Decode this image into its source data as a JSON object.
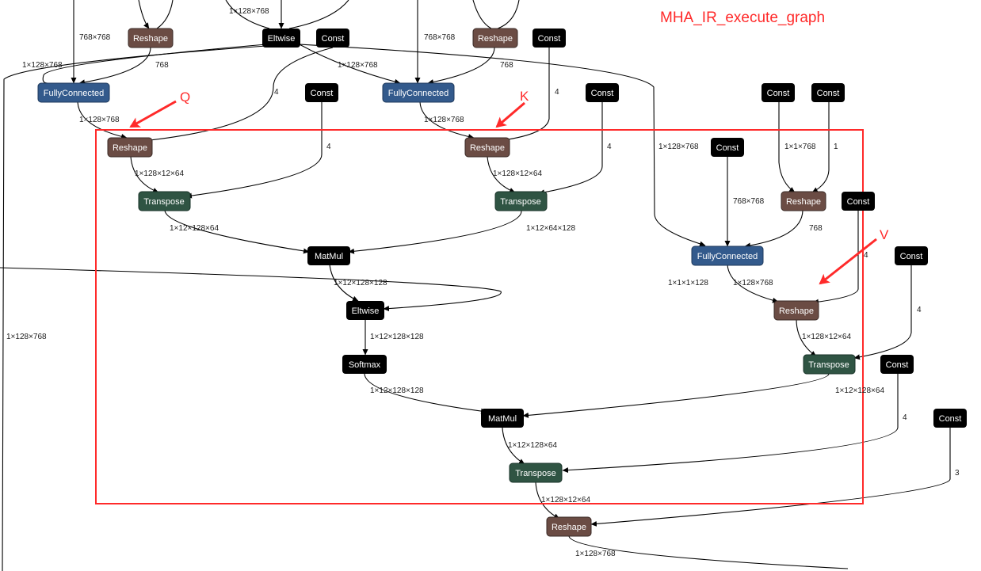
{
  "title": "MHA_IR_execute_graph",
  "annotations": {
    "q": "Q",
    "k": "K",
    "v": "V"
  },
  "colors": {
    "op": "#000000",
    "reshape": "#6b4c44",
    "fully_connected": "#335a8c",
    "transpose": "#2f5443",
    "highlight": "#ff2a2a",
    "edge": "#000000"
  },
  "node_labels": {
    "reshape": "Reshape",
    "const": "Const",
    "eltwise": "Eltwise",
    "fully_connected": "FullyConnected",
    "transpose": "Transpose",
    "matmul": "MatMul",
    "softmax": "Softmax"
  },
  "edge_labels": {
    "top_left_weights": "768×768",
    "top_left_reshape_out": "768",
    "top_eltwise_in": "1×128×768",
    "left_input": "1×128×768",
    "left_bus": "1×128×768",
    "k_weights": "768×768",
    "k_reshape_out": "768",
    "eltwise_to_k_fc": "1×128×768",
    "shape_const_q": "4",
    "shape_const_k": "4",
    "q_fc_out": "1×128×768",
    "k_fc_out": "1×128×768",
    "perm_const_q": "4",
    "perm_const_k": "4",
    "q_reshape_out": "1×128×12×64",
    "k_reshape_out_4d": "1×128×12×64",
    "q_transpose_out": "1×12×128×64",
    "k_transpose_out": "1×12×64×128",
    "v_fc_in": "1×128×768",
    "v_weight_const_shape": "1×1×768",
    "v_bias_const_shape": "1",
    "v_weights": "768×768",
    "v_reshape_bias_out": "768",
    "v_shape_const": "4",
    "matmul_qk_out": "1×12×128×128",
    "mask_in": "1×1×1×128",
    "v_fc_out": "1×128×768",
    "v_perm_const": "4",
    "eltwise_out": "1×12×128×128",
    "v_reshape_out": "1×128×12×64",
    "softmax_out": "1×12×128×128",
    "v_transpose_out": "1×12×128×64",
    "out_perm_const": "4",
    "matmul_sv_out": "1×12×128×64",
    "out_shape_const": "3",
    "out_transpose_out": "1×128×12×64",
    "final_out": "1×128×768"
  }
}
